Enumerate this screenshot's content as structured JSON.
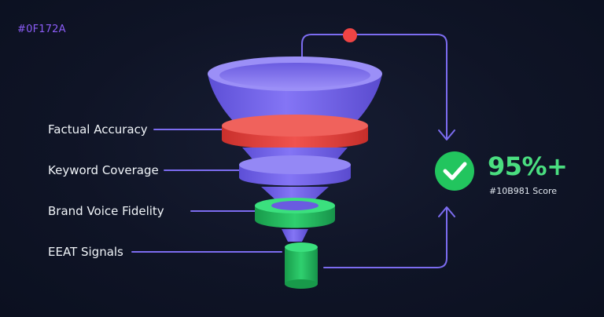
{
  "header": {
    "hex_label": "#0F172A"
  },
  "stages": [
    {
      "label": "Factual Accuracy",
      "color": "#ef4444"
    },
    {
      "label": "Keyword Coverage",
      "color": "#7c6cf0"
    },
    {
      "label": "Brand Voice Fidelity",
      "color": "#22c55e"
    },
    {
      "label": "EEAT Signals",
      "color": "#22c55e"
    }
  ],
  "score": {
    "value": "95%+",
    "caption": "#10B981 Score",
    "color": "#22c55e"
  },
  "colors": {
    "background": "#0F172A",
    "funnel": "#7c6cf0",
    "connector": "#7c6cf0",
    "red_dot": "#ef4444"
  },
  "icons": {
    "check": "check-circle-icon"
  }
}
